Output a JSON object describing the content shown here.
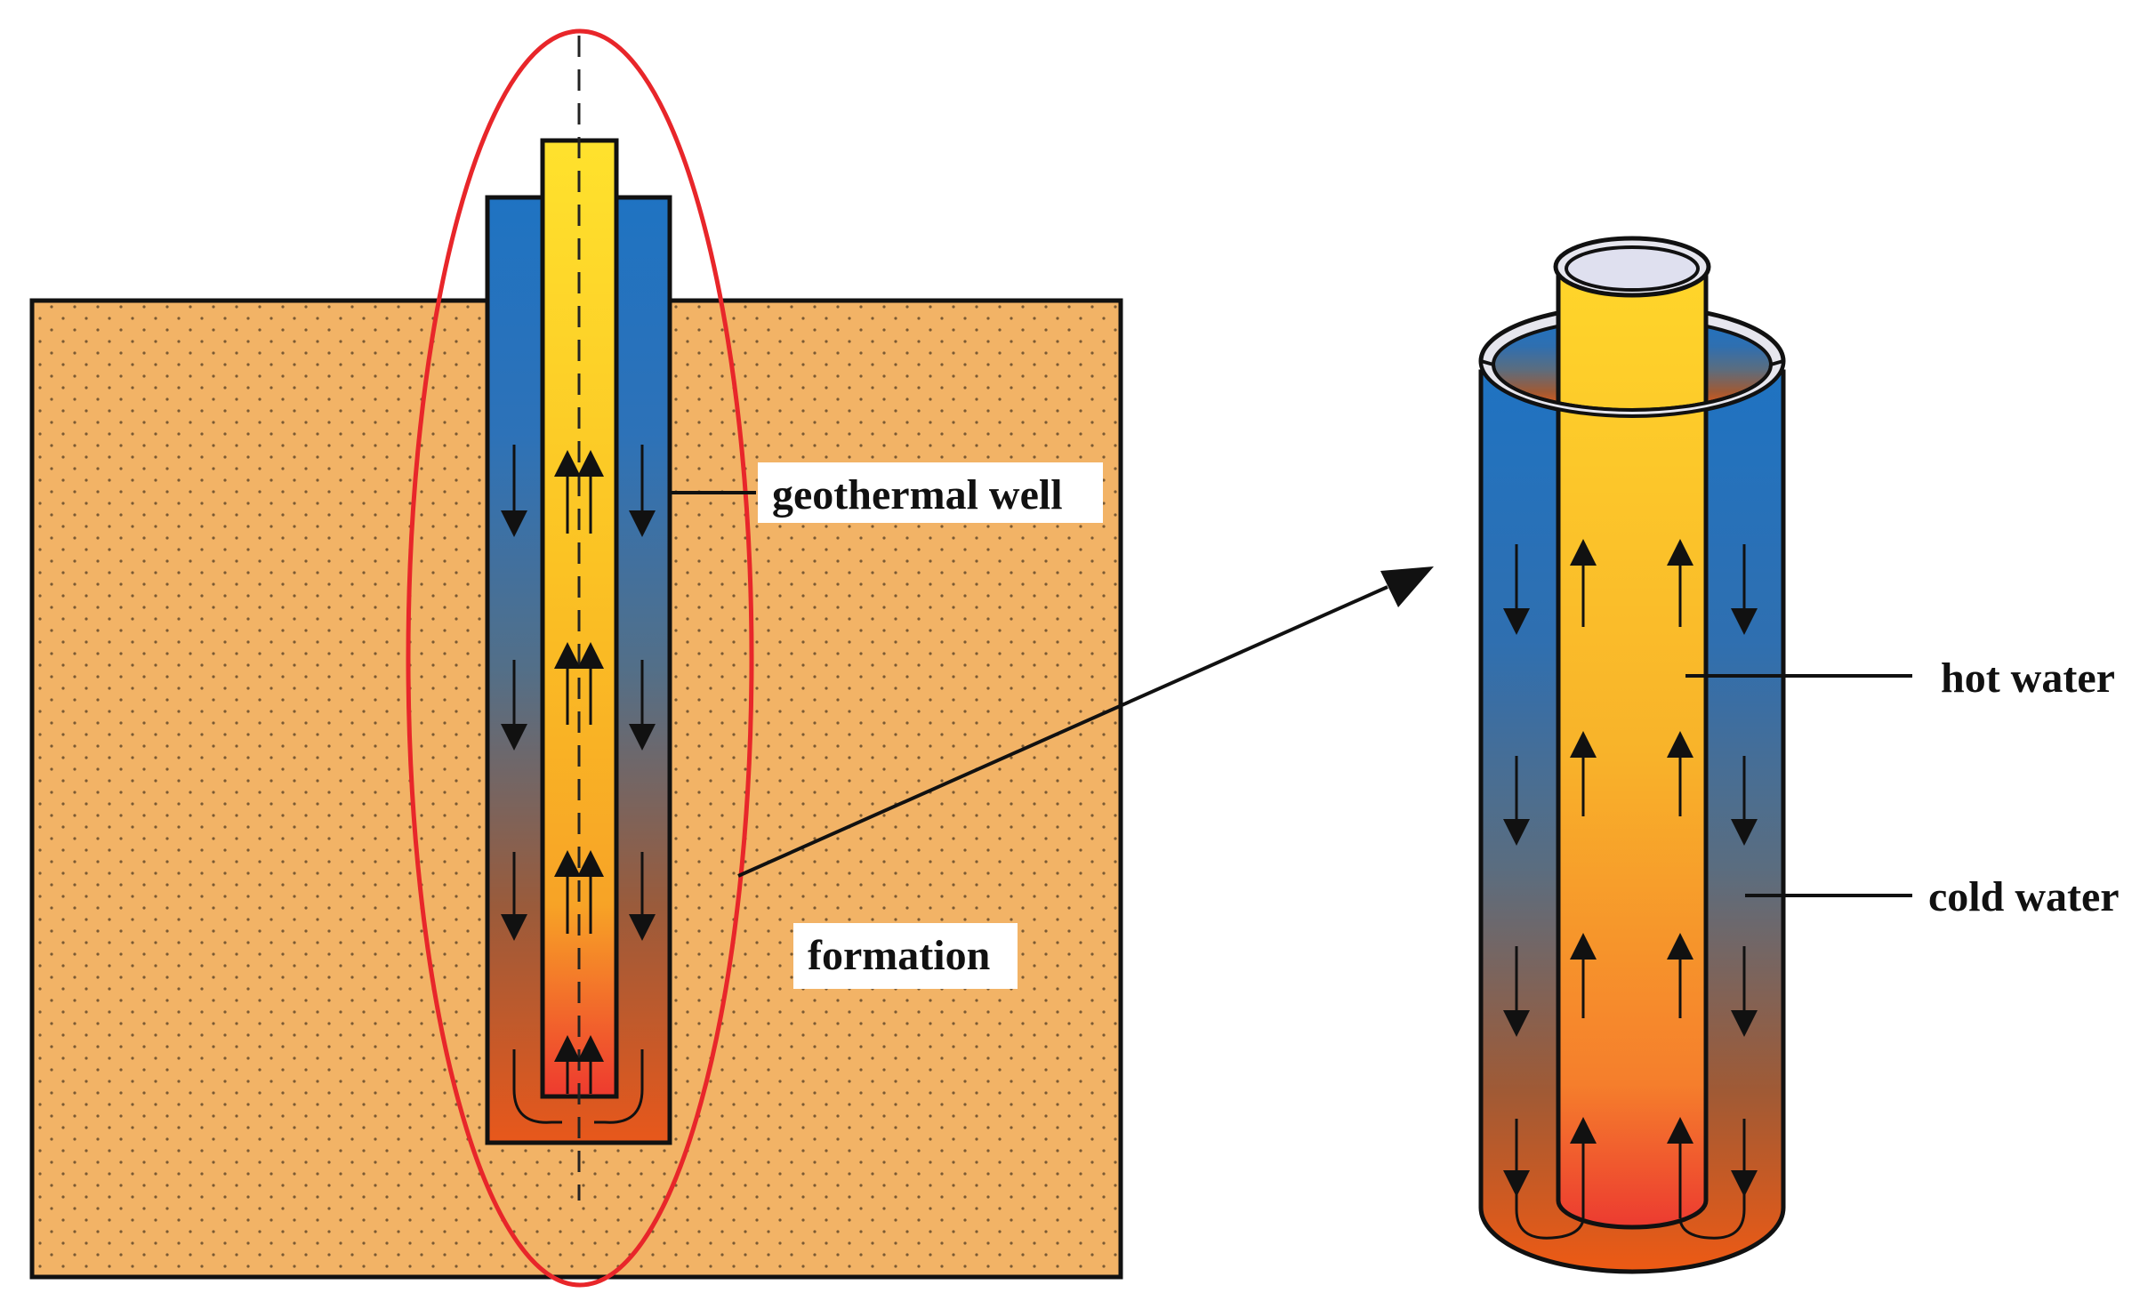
{
  "labels": {
    "geothermal_well": "geothermal well",
    "formation": "formation",
    "hot_water": "hot water",
    "cold_water": "cold water"
  },
  "colors": {
    "formation_fill": "#f2b366",
    "formation_dots": "#7a5a33",
    "outline": "#111111",
    "highlight_ellipse": "#e8262a",
    "cold_top": "#1f73c2",
    "mid_gray": "#536f88",
    "warm_brown": "#9a5b3b",
    "hot_bottom": "#e8581b",
    "hot_top": "#ffe22d",
    "hot_mid": "#f7a326",
    "hot_red": "#ee3a2f",
    "label_bg": "#ffffff"
  },
  "icons": {
    "flow_up": "arrow-up-icon",
    "flow_down": "arrow-down-icon",
    "zoom_pointer": "arrow-icon"
  }
}
